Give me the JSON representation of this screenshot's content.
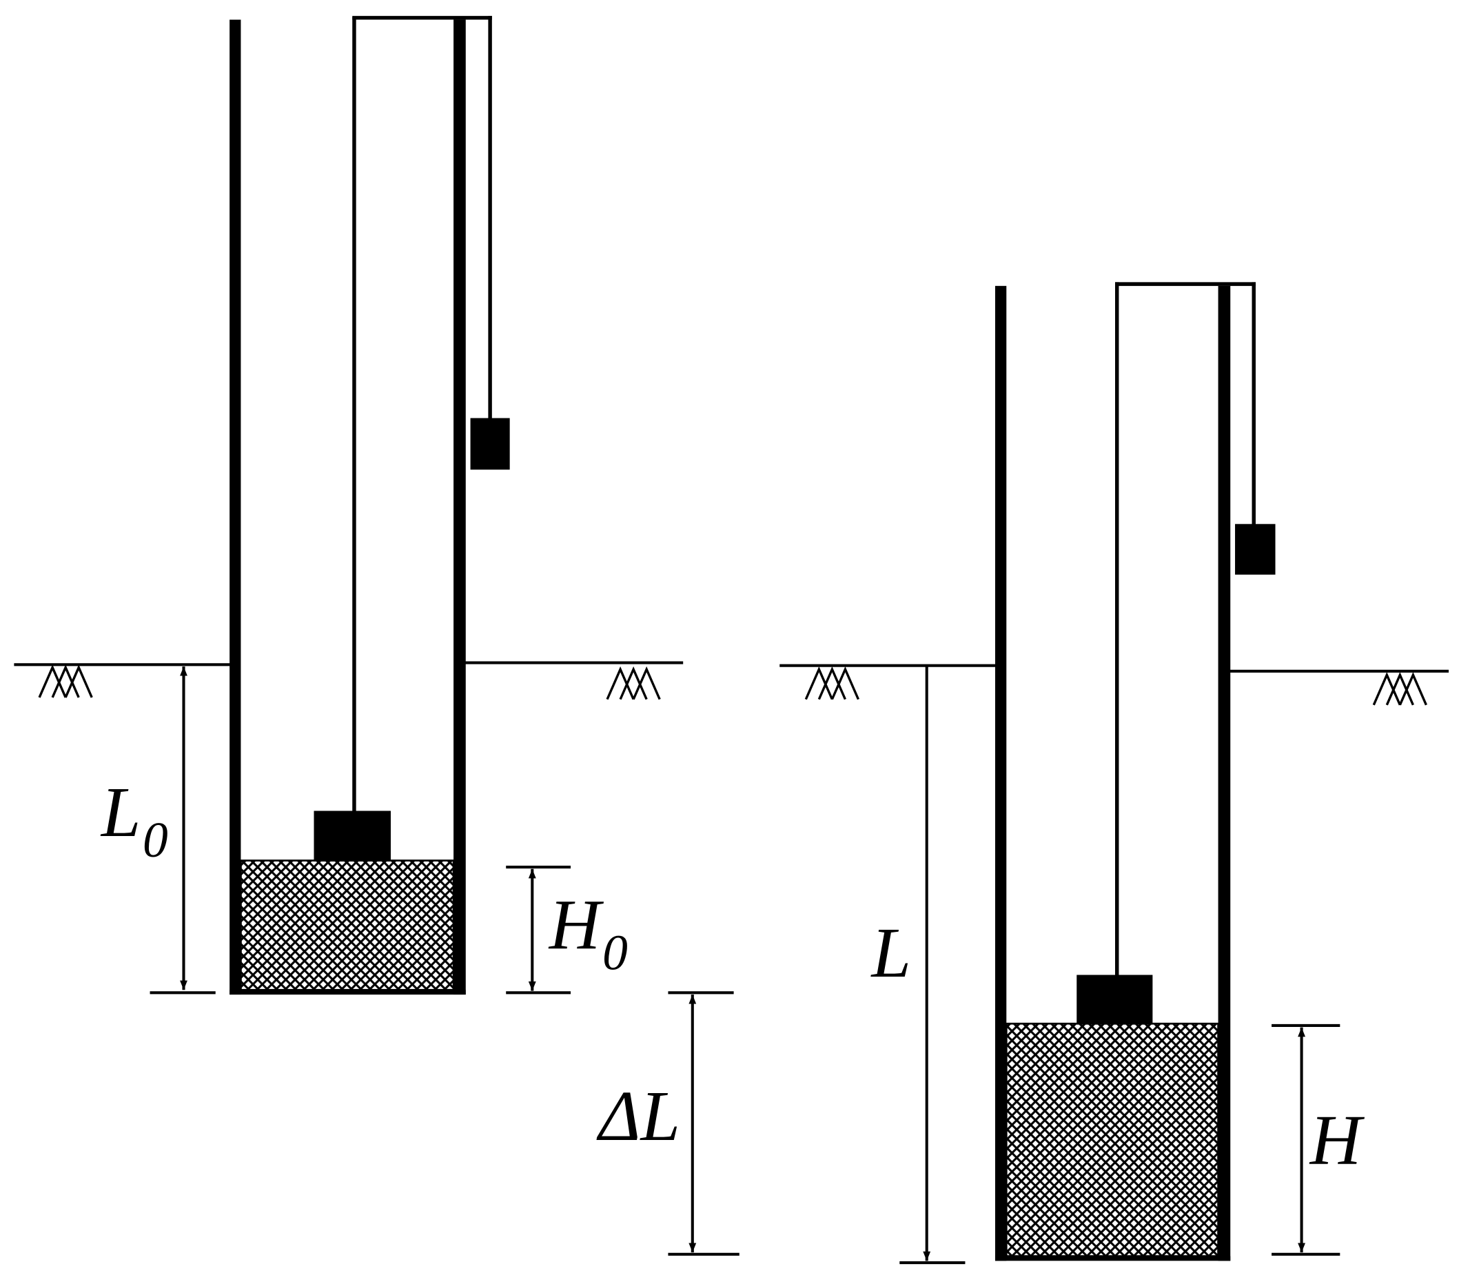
{
  "labels": {
    "l0_main": "L",
    "l0_sub": "0",
    "h0_main": "H",
    "h0_sub": "0",
    "delta_l": "ΔL",
    "l": "L",
    "h": "H"
  },
  "colors": {
    "ink": "#000000",
    "background": "#ffffff"
  }
}
